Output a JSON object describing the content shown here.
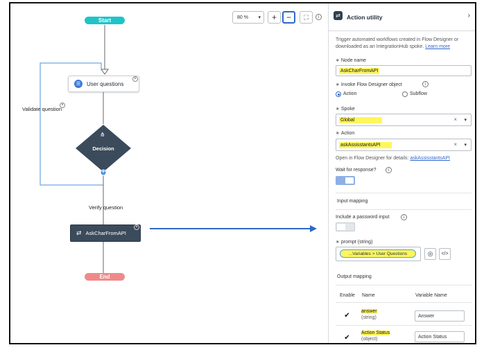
{
  "toolbar": {
    "zoom_value": "80 %",
    "zoom_in": "+",
    "zoom_out": "−",
    "fit": "⛶",
    "info": "i"
  },
  "flow": {
    "start_label": "Start",
    "end_label": "End",
    "user_questions_label": "User questions",
    "decision_label": "Decision",
    "validate_label": "Validate question",
    "verify_label": "Verify question",
    "action_node_label": "AskCharFromAPI",
    "add_symbol": "+",
    "colors": {
      "start": "#1fc4c9",
      "end": "#f08a8a",
      "node_dark": "#3b4b5c",
      "arrow": "#2e67c9"
    }
  },
  "panel": {
    "title": "Action utility",
    "description": "Trigger automated workflows created in Flow Designer or downloaded as an IntegrationHub spoke.",
    "learn_more": "Learn more",
    "node_name_label": "Node name",
    "node_name_value": "AskCharFromAPI",
    "invoke_label": "Invoke Flow Designer object",
    "invoke_options": [
      "Action",
      "Subflow"
    ],
    "invoke_selected": "Action",
    "spoke_label": "Spoke",
    "spoke_value": "Global",
    "action_label": "Action",
    "action_value": "askAssisstantsAPI",
    "open_in_text": "Open in Flow Designer for details:",
    "open_in_link": "askAssisstantsAPI",
    "wait_label": "Wait for response?",
    "wait_on": true,
    "input_mapping_label": "Input mapping",
    "password_label": "Include a password input",
    "password_on": false,
    "prompt_label": "prompt",
    "prompt_type": "(string)",
    "prompt_chip": "...Variables > User Questions",
    "code_button": "</>",
    "output_mapping_label": "Output mapping",
    "table_headers": [
      "Enable",
      "Name",
      "Variable Name"
    ],
    "rows": [
      {
        "name": "answer",
        "type": "(string)",
        "variable": "Answer",
        "checked": true
      },
      {
        "name": "Action Status",
        "type": "(object)",
        "variable": "Action Status",
        "checked": true
      }
    ],
    "required_mark": "∗",
    "close_x": "×",
    "caret": "▾",
    "chevron": "›",
    "check": "✔"
  }
}
